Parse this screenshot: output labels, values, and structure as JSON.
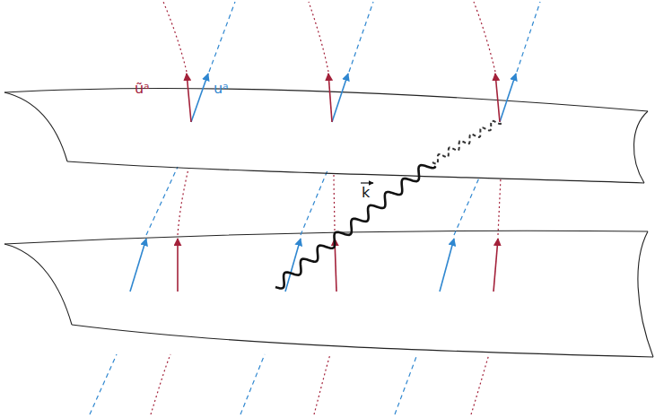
{
  "diagram": {
    "labels": [
      "ũᵃ",
      "uᵃ",
      "k"
    ]
  }
}
